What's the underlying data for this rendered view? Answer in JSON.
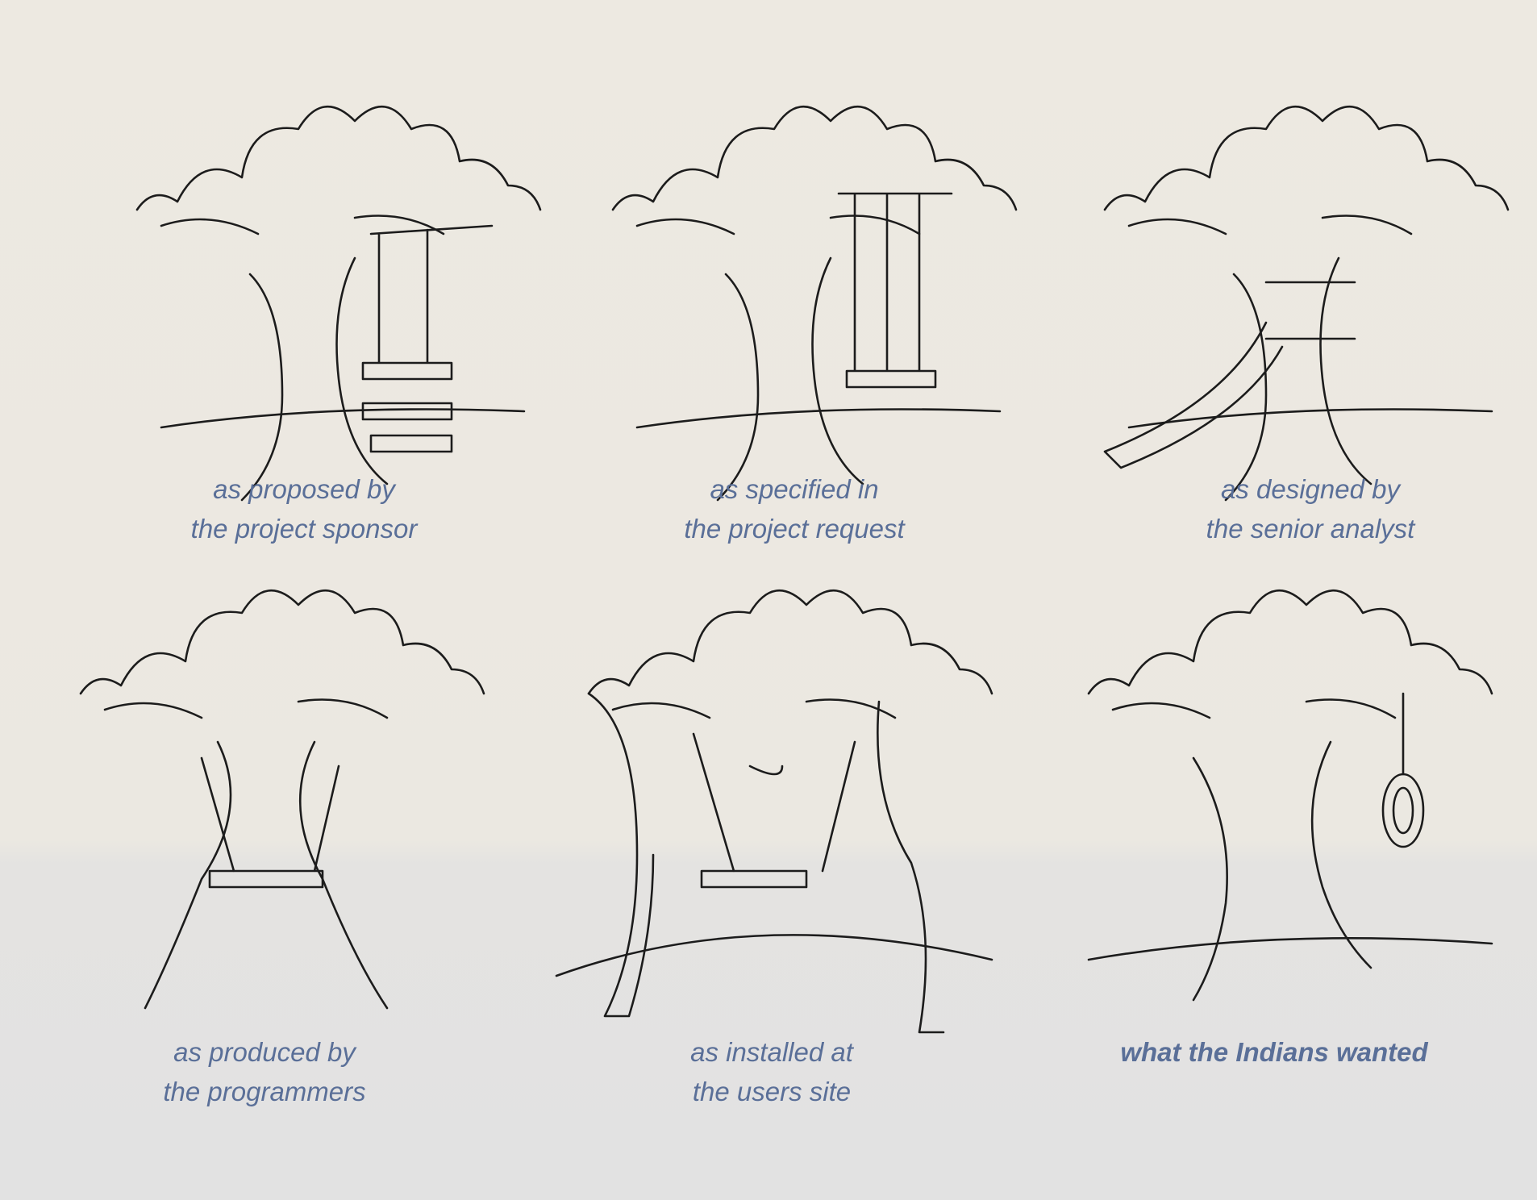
{
  "panels": [
    {
      "line1": "as proposed by",
      "line2": "the project sponsor"
    },
    {
      "line1": "as specified in",
      "line2": "the project request"
    },
    {
      "line1": "as designed by",
      "line2": "the senior analyst"
    },
    {
      "line1": "as produced by",
      "line2": "the programmers"
    },
    {
      "line1": "as installed at",
      "line2": "the users site"
    },
    {
      "line1": "what the Indians wanted",
      "line2": ""
    }
  ],
  "colors": {
    "caption": "#5a6f98",
    "ink": "#1c1c1c",
    "paper": "#ece9e2"
  }
}
